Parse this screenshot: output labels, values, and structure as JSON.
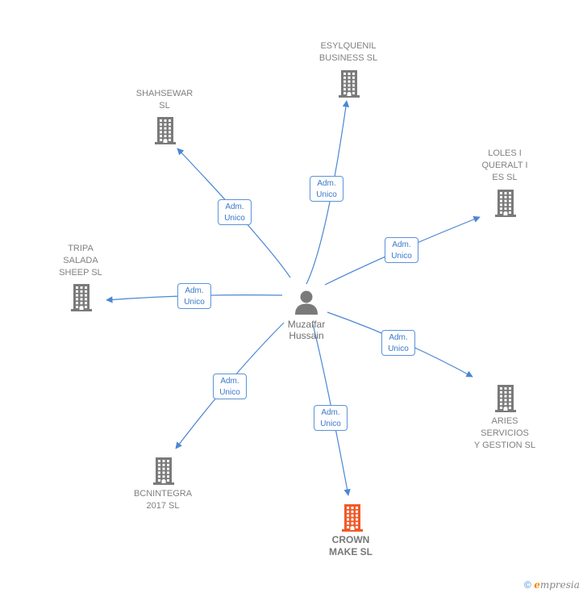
{
  "colors": {
    "edge": "#4a86d4",
    "building": "#7a7a7a",
    "highlight": "#f05a28"
  },
  "person": {
    "name": "Muzaffar\nHussain",
    "icon": "person-icon"
  },
  "edge_label": {
    "line1": "Adm.",
    "line2": "Unico"
  },
  "companies": [
    {
      "id": "esylquenil",
      "name": "ESYLQUENIL\nBUSINESS  SL",
      "icon": "building-icon"
    },
    {
      "id": "shahsewar",
      "name": "SHAHSEWAR\nSL",
      "icon": "building-icon"
    },
    {
      "id": "loles",
      "name": "LOLES I\nQUERALT I\nES  SL",
      "icon": "building-icon"
    },
    {
      "id": "tripa",
      "name": "TRIPA\nSALADA\nSHEEP  SL",
      "icon": "building-icon"
    },
    {
      "id": "aries",
      "name": "ARIES\nSERVICIOS\nY GESTION  SL",
      "icon": "building-icon"
    },
    {
      "id": "bcnintegra",
      "name": "BCNINTEGRA\n2017  SL",
      "icon": "building-icon"
    },
    {
      "id": "crown",
      "name": "CROWN\nMAKE  SL",
      "icon": "building-icon",
      "highlight": true
    }
  ],
  "footer": {
    "copyright": "©",
    "brand_initial": "e",
    "brand_rest": "mpresia"
  }
}
